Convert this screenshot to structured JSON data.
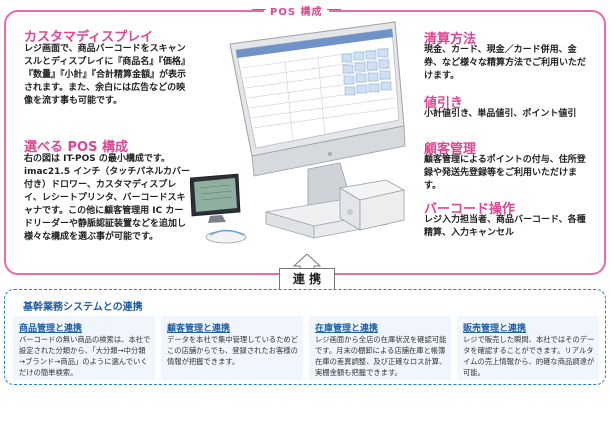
{
  "pos_panel": {
    "label": "POS 構成"
  },
  "customer_display": {
    "heading": "カスタマディスプレイ",
    "body": "レジ画面で、商品バーコードをスキャンスルとディスプレイに『商品名』『価格』『数量』『小計』『合計精算金額』が表示されます。また、余白には広告などの映像を流す事も可能です。"
  },
  "pos_config": {
    "heading": "選べる POS 構成",
    "body": "右の図は IT-POS の最小構成です。imac21.5 インチ（タッチパネルカバー付き）ドロワー、カスタマディスプレイ、レシートプリンタ、バーコードスキャナです。この他に顧客管理用 IC カードリーダーや静脈認証装置などを追加し様々な構成を選ぶ事が可能です。"
  },
  "settlement": {
    "heading": "清算方法",
    "body": "現金、カード、現金／カード併用、金券、など様々な精算方法でご利用いただけます。"
  },
  "discount": {
    "heading": "値引き",
    "body": "小計値引き、単品値引、ポイント値引"
  },
  "customer_mgmt": {
    "heading": "顧客管理",
    "body": "顧客管理によるポイントの付与、住所登録や発送先登録等をご利用いただけます。"
  },
  "barcode": {
    "heading": "バーコード操作",
    "body": "レジ入力担当者、商品バーコード、各種精算、入力キャンセル"
  },
  "link": {
    "label": "連 携"
  },
  "integration": {
    "title": "基幹業務システムとの連携",
    "cards": [
      {
        "title": "商品管理と連携",
        "body": "バーコードの無い商品の検索は、本社で設定された分類から、「大分類→中分類→ブランド→商品」のように選んでいくだけの簡単検索。"
      },
      {
        "title": "顧客管理と連携",
        "body": "データを本社で集中管理しているためどこの店舗からでも、登録されたお客様の情報が把握できます。"
      },
      {
        "title": "在庫管理と連携",
        "body": "レジ画面から全店の在庫状況を確認可能です。月末の棚卸による店舗在庫と帳簿在庫の差異調整、及び正確なロス計算、実棚金額も把握できます。"
      },
      {
        "title": "販売管理と連携",
        "body": "レジで販売した瞬間、本社ではそのデータを確認することができます。リアルタイムの売上情報から、的確な商品調達が可能。"
      }
    ]
  },
  "colors": {
    "pink_accent": "#e0458f",
    "blue_accent": "#1f5fa8"
  }
}
